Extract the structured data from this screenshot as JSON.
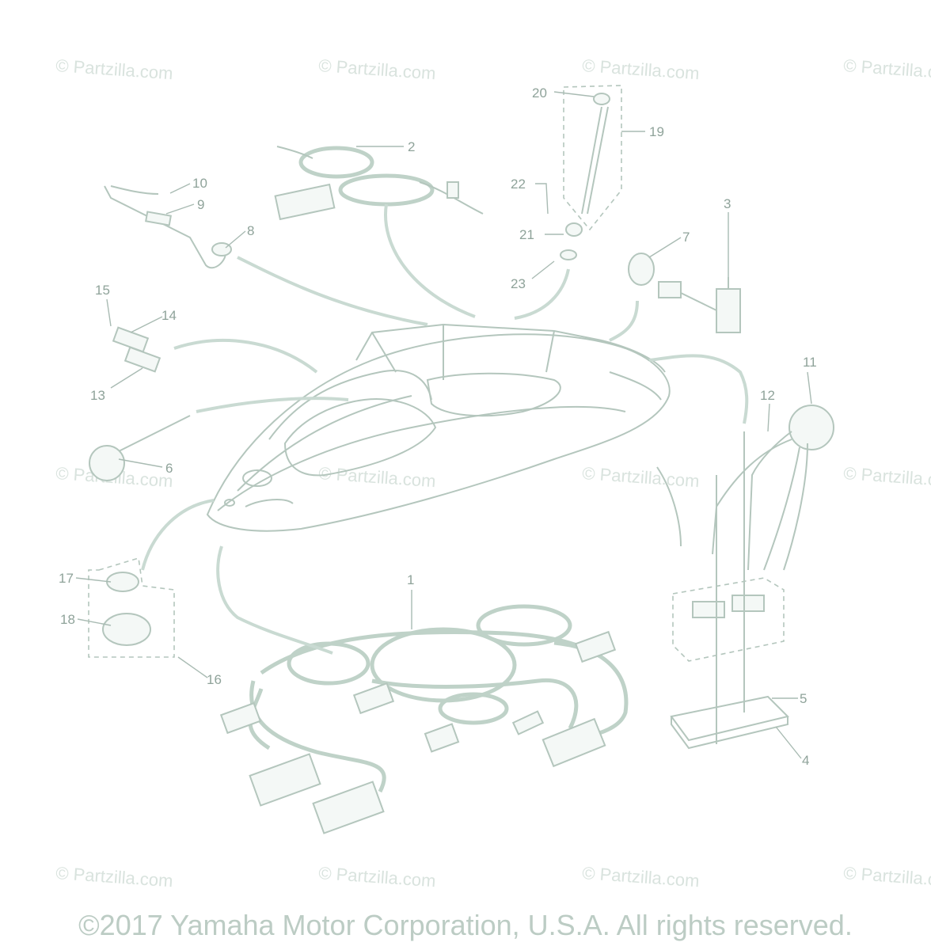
{
  "watermark_text": "© Partzilla.com",
  "copyright": "©2017 Yamaha Motor Corporation, U.S.A. All rights reserved.",
  "callouts": [
    "1",
    "2",
    "3",
    "4",
    "5",
    "6",
    "7",
    "8",
    "9",
    "10",
    "11",
    "12",
    "13",
    "14",
    "15",
    "16",
    "17",
    "18",
    "19",
    "20",
    "21",
    "22",
    "23"
  ],
  "colors": {
    "line": "#b4c6bd",
    "text": "#8fa39a",
    "watermark": "#d9e3de"
  }
}
